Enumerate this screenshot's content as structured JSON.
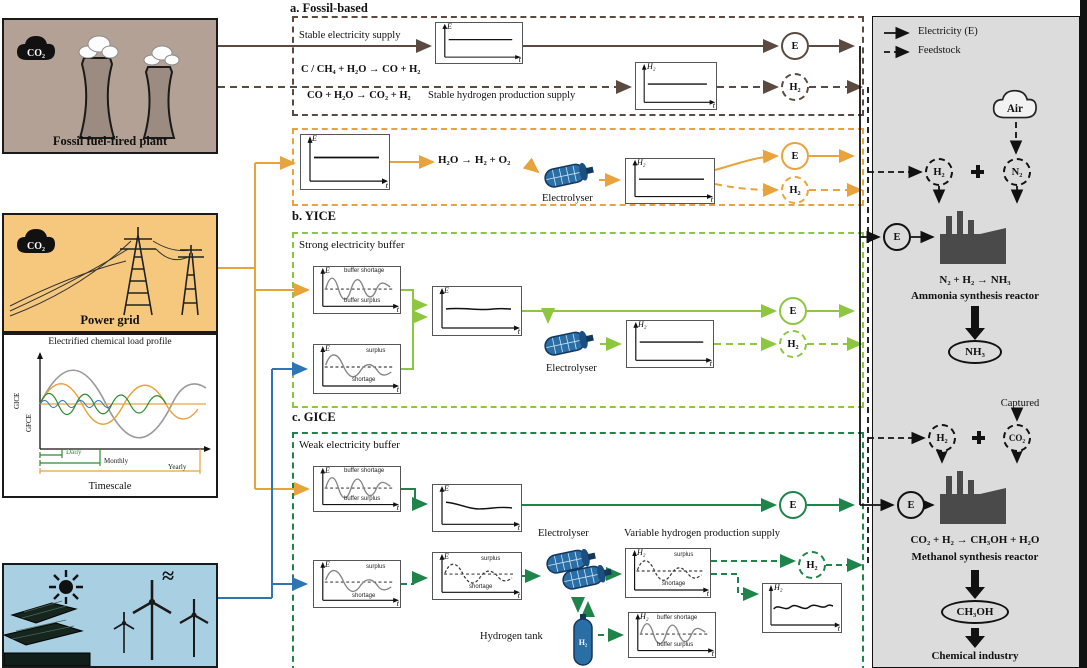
{
  "colors": {
    "brown": "#5b4a3f",
    "orange": "#e8a33d",
    "light_green": "#8dc63f",
    "dark_green": "#1e8449",
    "blue": "#2e75b6",
    "panel_bg": "#dcdcdc",
    "fossil_bg": "#b3a195",
    "grid_bg": "#f6c87e",
    "renewable_bg": "#a9cfe3"
  },
  "legend": {
    "electricity": "Electricity (E)",
    "feedstock": "Feedstock"
  },
  "sources": {
    "fossil": {
      "co2": "CO₂",
      "label": "Fossil fuel-fired plant"
    },
    "grid": {
      "co2": "CO₂",
      "label": "Power grid"
    },
    "load_profile": {
      "title": "Electrified chemical load profile",
      "y_top": "GICE",
      "y_bottom": "GFCE",
      "daily": "Daily",
      "monthly": "Monthly",
      "yearly": "Yearly",
      "xlabel": "Timescale"
    },
    "renewables": {
      "approx": "≈"
    }
  },
  "pathways": {
    "a": {
      "label": "a. Fossil-based",
      "stable_electricity": "Stable electricity supply",
      "eq1": "C / CH₄ + H₂O → CO + H₂",
      "eq2": "CO + H₂O → CO₂ + H₂",
      "stable_hydrogen": "Stable hydrogen production supply",
      "e": "E",
      "h2": "H₂"
    },
    "b": {
      "label": "b. YICE",
      "eq": "H₂O → H₂ + O₂",
      "electrolyser": "Electrolyser",
      "e": "E",
      "h2": "H₂"
    },
    "c": {
      "label": "c. GICE",
      "title": "Strong electricity buffer",
      "electrolyser": "Electrolyser",
      "e": "E",
      "h2": "H₂"
    },
    "d": {
      "title": "Weak electricity buffer",
      "electrolyser": "Electrolyser",
      "variable_supply": "Variable hydrogen production supply",
      "tank_label": "Hydrogen tank",
      "tank_h2": "H₂",
      "e": "E",
      "h2": "H₂"
    }
  },
  "graphs": {
    "a1": {
      "y": "E",
      "x": "t"
    },
    "a2": {
      "y": "H₂",
      "x": "t"
    },
    "b1": {
      "y": "E",
      "x": "t"
    },
    "b2": {
      "y": "H₂",
      "x": "t"
    },
    "c1": {
      "y": "E",
      "x": "t",
      "top": "buffer shortage",
      "bottom": "buffer surplus"
    },
    "c2": {
      "y": "E",
      "x": "t",
      "top": "surplus",
      "bottom": "shortage"
    },
    "c3": {
      "y": "E",
      "x": "t"
    },
    "c4": {
      "y": "H₂",
      "x": "t"
    },
    "d1": {
      "y": "E",
      "x": "t",
      "top": "buffer shortage",
      "bottom": "buffer surplus"
    },
    "d2": {
      "y": "E",
      "x": "t"
    },
    "d3": {
      "y": "E",
      "x": "t",
      "top": "surplus",
      "bottom": "shortage"
    },
    "d4": {
      "y": "E",
      "x": "t",
      "top": "surplus",
      "bottom": "shortage"
    },
    "d5": {
      "y": "H₂",
      "x": "t",
      "top": "surplus",
      "bottom": "shortage"
    },
    "d6": {
      "y": "H₂",
      "x": "t",
      "top": "buffer shortage",
      "bottom": "buffer surplus"
    },
    "d7": {
      "y": "H₂",
      "x": "t"
    }
  },
  "panel": {
    "air": "Air",
    "h2_a": "H₂",
    "n2": "N₂",
    "e1": "E",
    "ammonia_eq": "N₂ + H₂ → NH₃",
    "ammonia_label": "Ammonia synthesis reactor",
    "nh3": "NH₃",
    "captured": "Captured",
    "h2_b": "H₂",
    "co2": "CO₂",
    "e2": "E",
    "methanol_eq": "CO₂ + H₂ → CH₃OH + H₂O",
    "methanol_label": "Methanol synthesis reactor",
    "ch3oh": "CH₃OH",
    "industry": "Chemical industry"
  }
}
